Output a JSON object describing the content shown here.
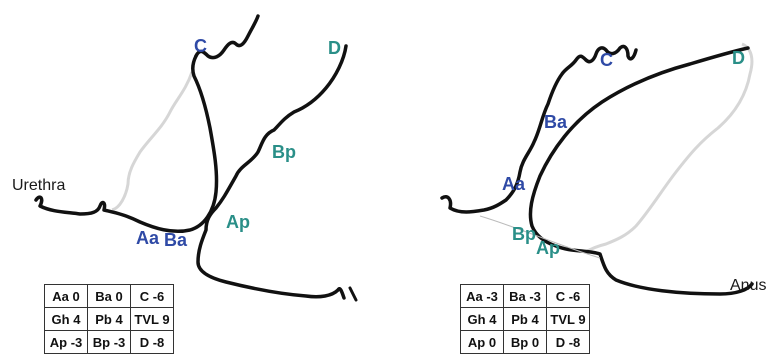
{
  "colors": {
    "blue": "#2f4aa6",
    "teal": "#2a8f88",
    "normal_outline": "#d6d6d6",
    "wall": "#111111"
  },
  "left_diagram": {
    "labels": {
      "c": "C",
      "d": "D",
      "bp": "Bp",
      "ap": "Ap",
      "aa": "Aa",
      "ba": "Ba",
      "urethra": "Urethra"
    },
    "table": [
      [
        "Aa 0",
        "Ba 0",
        "C -6"
      ],
      [
        "Gh 4",
        "Pb 4",
        "TVL 9"
      ],
      [
        "Ap -3",
        "Bp -3",
        "D -8"
      ]
    ]
  },
  "right_diagram": {
    "labels": {
      "c": "C",
      "d": "D",
      "ba": "Ba",
      "aa": "Aa",
      "bp": "Bp",
      "ap": "Ap",
      "anus": "Anus"
    },
    "table": [
      [
        "Aa -3",
        "Ba -3",
        "C -6"
      ],
      [
        "Gh 4",
        "Pb 4",
        "TVL 9"
      ],
      [
        "Ap 0",
        "Bp 0",
        "D -8"
      ]
    ]
  }
}
